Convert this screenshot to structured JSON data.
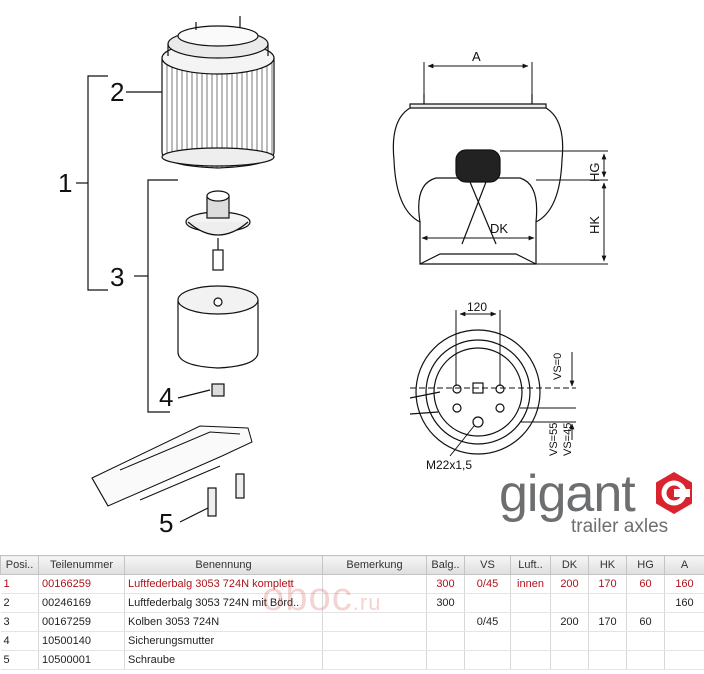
{
  "callouts": [
    "1",
    "2",
    "3",
    "4",
    "5"
  ],
  "dimensions": {
    "a": "A",
    "hg": "HG",
    "hk": "HK",
    "dk": "DK",
    "spacing": "120",
    "vs0": "VS=0",
    "vs55": "VS=55",
    "vs45": "VS=45",
    "thread": "M22x1,5"
  },
  "logo": {
    "name": "gigant",
    "tagline": "trailer axles",
    "accent": "#d9232e",
    "gray": "#6d6e70"
  },
  "watermark": {
    "name": "oboc",
    "tld": ".ru"
  },
  "table": {
    "headers": [
      "Posi..",
      "Teilenummer",
      "Benennung",
      "Bemerkung",
      "Balg..",
      "VS",
      "Luft..",
      "DK",
      "HK",
      "HG",
      "A"
    ],
    "rows": [
      {
        "pos": "1",
        "nr": "00166259",
        "name": "Luftfederbalg 3053 724N komplett",
        "note": "",
        "balg": "300",
        "vs": "0/45",
        "luft": "innen",
        "dk": "200",
        "hk": "170",
        "hg": "60",
        "a": "160",
        "selected": true
      },
      {
        "pos": "2",
        "nr": "00246169",
        "name": "Luftfederbalg 3053 724N mit Börd..",
        "note": "",
        "balg": "300",
        "vs": "",
        "luft": "",
        "dk": "",
        "hk": "",
        "hg": "",
        "a": "160",
        "selected": false
      },
      {
        "pos": "3",
        "nr": "00167259",
        "name": "Kolben 3053 724N",
        "note": "",
        "balg": "",
        "vs": "0/45",
        "luft": "",
        "dk": "200",
        "hk": "170",
        "hg": "60",
        "a": "",
        "selected": false
      },
      {
        "pos": "4",
        "nr": "10500140",
        "name": "Sicherungsmutter",
        "note": "",
        "balg": "",
        "vs": "",
        "luft": "",
        "dk": "",
        "hk": "",
        "hg": "",
        "a": "",
        "selected": false
      },
      {
        "pos": "5",
        "nr": "10500001",
        "name": "Schraube",
        "note": "",
        "balg": "",
        "vs": "",
        "luft": "",
        "dk": "",
        "hk": "",
        "hg": "",
        "a": "",
        "selected": false
      }
    ]
  }
}
